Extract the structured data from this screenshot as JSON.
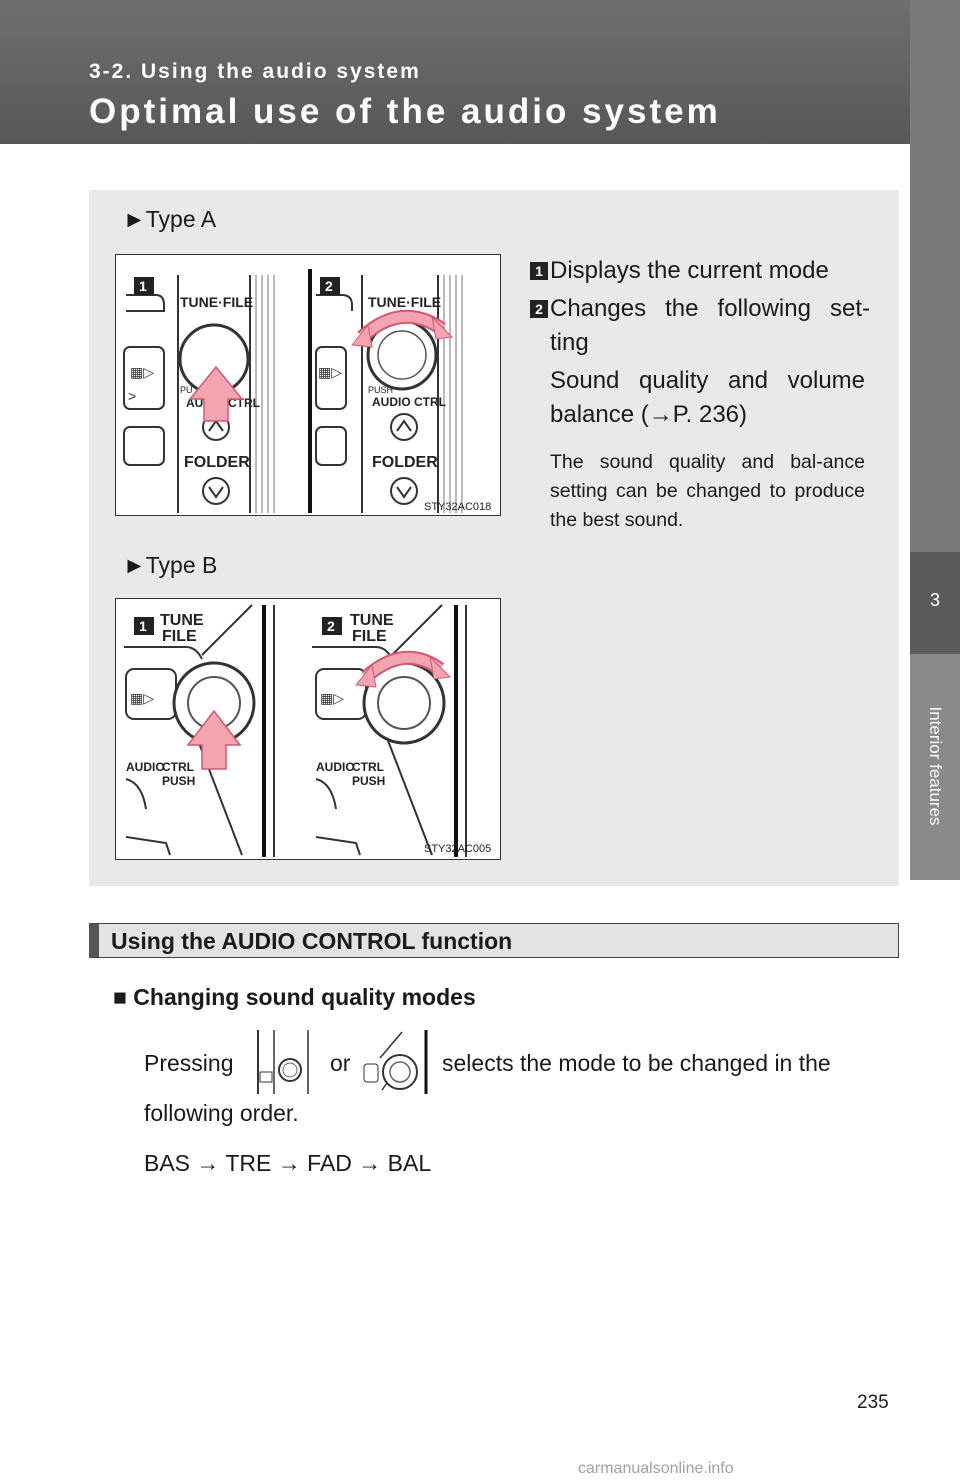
{
  "header": {
    "section": "3-2. Using the audio system",
    "title": "Optimal use of the audio system"
  },
  "side_tab": {
    "chapter_number": "3",
    "label": "Interior features"
  },
  "type_a": {
    "label": "Type A",
    "figure_code": "STY32AC018",
    "panel_labels": {
      "tune": "TUNE·FILE",
      "push": "PUSH",
      "audio_ctrl": "AUDIO CTRL",
      "folder": "FOLDER"
    }
  },
  "type_b": {
    "label": "Type B",
    "figure_code": "STY32AC005",
    "panel_labels": {
      "tune": "TUNE",
      "file": "FILE",
      "audio": "AUDIO",
      "ctrl": "CTRL",
      "push": "PUSH"
    }
  },
  "badges": [
    "1",
    "2"
  ],
  "callouts": [
    {
      "badge": "1",
      "text": "Displays the current mode"
    },
    {
      "badge": "2",
      "text": "Changes the following set-ting"
    }
  ],
  "callout_detail": "Sound quality and volume balance (→P. 236)",
  "note": "The sound quality and bal-ance setting can be changed to produce the best sound.",
  "section": {
    "heading": "Using the AUDIO CONTROL function",
    "subheading": "■ Changing sound quality modes",
    "para_pressing": "Pressing",
    "para_or": "or",
    "para_rest": "selects the mode to be changed in the",
    "para_line2": "following order.",
    "order": "BAS → TRE → FAD → BAL"
  },
  "page_number": "235",
  "watermark": "carmanualsonline.info"
}
